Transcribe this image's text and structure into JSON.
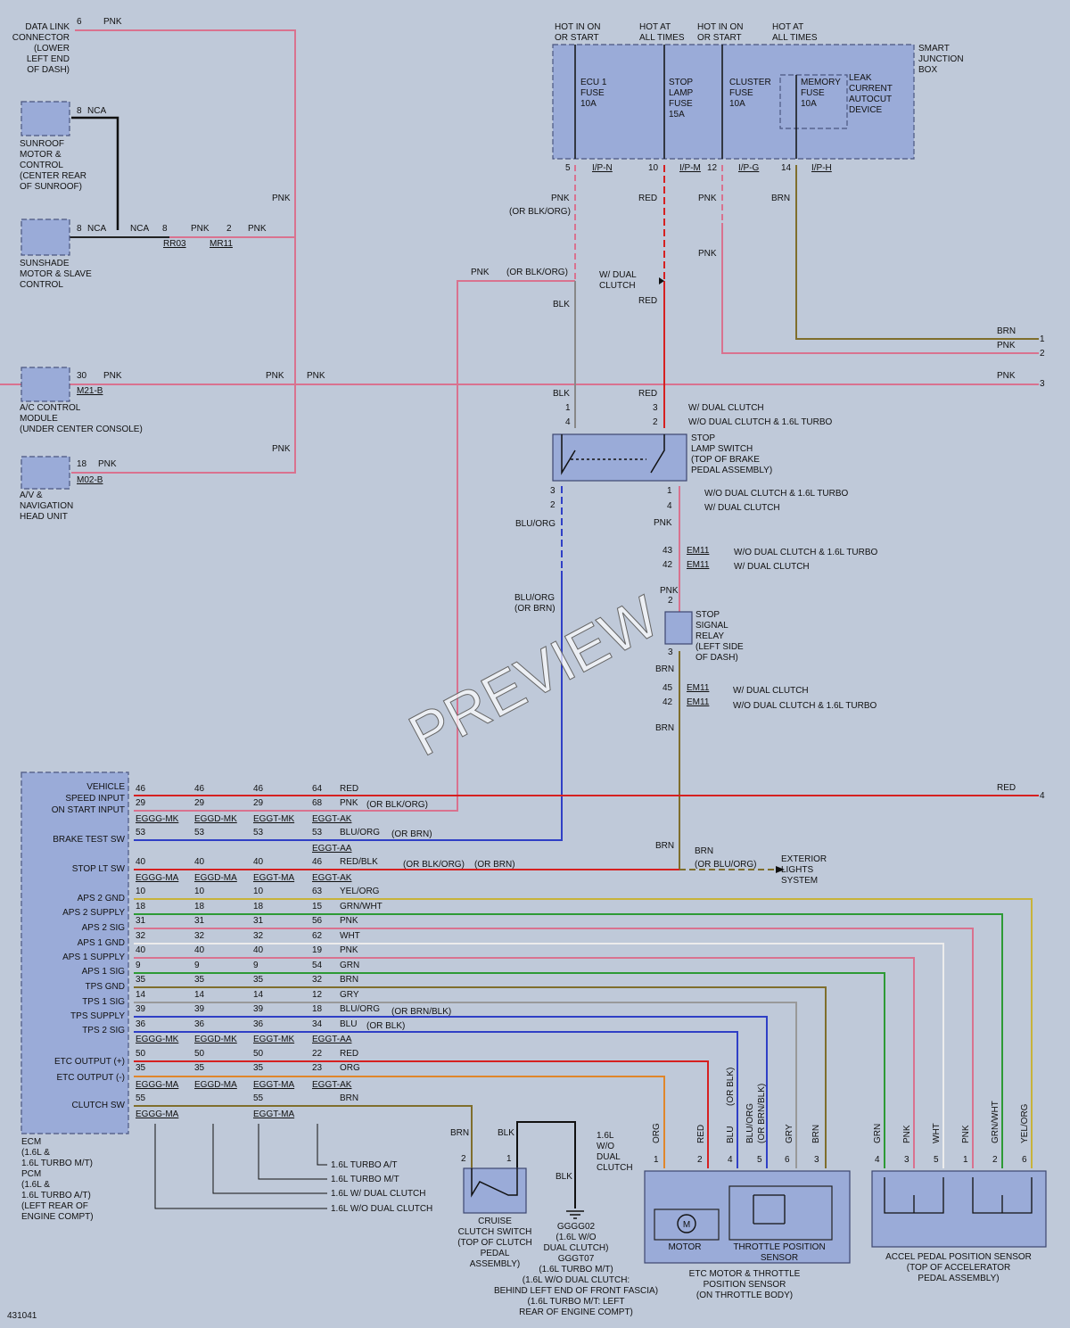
{
  "colors": {
    "background": "#bfc9d9",
    "component": "#9aabd8",
    "pnk": "#d9728f",
    "red": "#d62020",
    "blu": "#2f3fc6",
    "grn": "#2d9a35",
    "brn": "#7f6e2c",
    "gry": "#999999",
    "yel": "#c8b33a",
    "wht": "#ececec",
    "orn": "#e0862a",
    "blk": "#111111"
  },
  "icons": [
    "fuse-icon",
    "switch-icon",
    "motor-icon",
    "potentiometer-icon",
    "ground-icon",
    "arrow-icon",
    "connector-icon"
  ],
  "diagram_id": "431041",
  "watermark": "PREVIEW",
  "left": {
    "dlc": {
      "pin": "6",
      "wire": "PNK",
      "label": [
        "DATA LINK",
        "CONNECTOR",
        "(LOWER",
        "LEFT END",
        "OF DASH)"
      ]
    },
    "sunroof": {
      "pin": "8",
      "wire": "NCA",
      "label": [
        "SUNROOF",
        "MOTOR &",
        "CONTROL",
        "(CENTER REAR",
        "OF SUNROOF)"
      ]
    },
    "sunshade": {
      "pin": "8",
      "wire": "NCA",
      "wire2": "NCA",
      "pin2": "8",
      "conn": "RR03",
      "wire3": "PNK",
      "pin3": "2",
      "conn2": "MR11",
      "wire4": "PNK",
      "label": [
        "SUNSHADE",
        "MOTOR & SLAVE",
        "CONTROL"
      ]
    },
    "ac": {
      "pin": "30",
      "wire": "PNK",
      "conn": "M21-B",
      "label": [
        "A/C CONTROL",
        "MODULE",
        "(UNDER CENTER CONSOLE)"
      ]
    },
    "av": {
      "pin": "18",
      "wire": "PNK",
      "conn": "M02-B",
      "label": [
        "A/V &",
        "NAVIGATION",
        "HEAD UNIT"
      ]
    },
    "bus_labels": [
      "PNK",
      "PNK",
      "PNK",
      "PNK"
    ]
  },
  "junction": {
    "title": [
      "SMART",
      "JUNCTION",
      "BOX"
    ],
    "hot": [
      [
        "HOT IN ON",
        "OR START"
      ],
      [
        "HOT AT",
        "ALL TIMES"
      ],
      [
        "HOT IN ON",
        "OR START"
      ],
      [
        "HOT AT",
        "ALL TIMES"
      ]
    ],
    "fuses": [
      [
        "ECU 1",
        "FUSE",
        "10A"
      ],
      [
        "STOP",
        "LAMP",
        "FUSE",
        "15A"
      ],
      [
        "CLUSTER",
        "FUSE",
        "10A"
      ],
      [
        "MEMORY",
        "FUSE",
        "10A"
      ]
    ],
    "leak": [
      "LEAK",
      "CURRENT",
      "AUTOCUT",
      "DEVICE"
    ],
    "pins": [
      "5",
      "10",
      "12",
      "14"
    ],
    "conns": [
      "I/P-N",
      "I/P-M",
      "I/P-G",
      "I/P-H"
    ]
  },
  "mid": {
    "pnk_or_blkorg": [
      "PNK",
      "(OR BLK/ORG)"
    ],
    "red": "RED",
    "pnk": "PNK",
    "pnk2": "PNK",
    "brn": "BRN",
    "pnk_branch": "PNK",
    "or_blkorg": "(OR BLK/ORG)",
    "dual_clutch": [
      "W/ DUAL",
      "CLUTCH"
    ],
    "blk": "BLK",
    "red2": "RED",
    "right_wires": [
      {
        "color": "BRN",
        "num": "1"
      },
      {
        "color": "PNK",
        "num": "2"
      },
      {
        "color": "PNK",
        "num": "3"
      }
    ],
    "bus_pnk": [
      "PNK",
      "PNK"
    ]
  },
  "stop_lamp": {
    "label": [
      "STOP",
      "LAMP SWITCH",
      "(TOP OF BRAKE",
      "PEDAL ASSEMBLY)"
    ],
    "blk": "BLK",
    "red": "RED",
    "pins_top_left": [
      "1",
      "4"
    ],
    "pins_top_right": [
      "3",
      "2"
    ],
    "notes_top": [
      "W/ DUAL CLUTCH",
      "W/O DUAL CLUTCH & 1.6L TURBO"
    ],
    "pins_bot_left": [
      "3",
      "2"
    ],
    "pins_bot_right": [
      "1",
      "4"
    ],
    "notes_bot": [
      "W/O DUAL CLUTCH & 1.6L TURBO",
      "W/ DUAL CLUTCH"
    ],
    "bluorg": "BLU/ORG",
    "pnk": "PNK"
  },
  "em11a": {
    "pins": [
      "43",
      "42"
    ],
    "conn": "EM11",
    "notes": [
      "W/O DUAL CLUTCH & 1.6L TURBO",
      "W/ DUAL CLUTCH"
    ]
  },
  "relay": {
    "label": [
      "STOP",
      "SIGNAL",
      "RELAY",
      "(LEFT SIDE",
      "OF DASH)"
    ],
    "pin_top": "2",
    "pin_bot": "3",
    "pnk": "PNK",
    "brn": "BRN"
  },
  "bluorg_or_brn": [
    "BLU/ORG",
    "(OR BRN)"
  ],
  "em11b": {
    "pins": [
      "45",
      "42"
    ],
    "conn": "EM11",
    "notes": [
      "W/ DUAL CLUTCH",
      "W/O DUAL CLUTCH & 1.6L TURBO"
    ],
    "brn": "BRN"
  },
  "ecm": {
    "pins": [
      {
        "name": "VEHICLE",
        "y": 0
      },
      {
        "name": "SPEED INPUT"
      },
      {
        "name": "ON START INPUT"
      },
      {
        "name": "BRAKE TEST SW"
      },
      {
        "name": "STOP LT SW"
      },
      {
        "name": "APS 2 GND"
      },
      {
        "name": "APS 2 SUPPLY"
      },
      {
        "name": "APS 2 SIG"
      },
      {
        "name": "APS 1 GND"
      },
      {
        "name": "APS 1 SUPPLY"
      },
      {
        "name": "APS 1 SIG"
      },
      {
        "name": "TPS GND"
      },
      {
        "name": "TPS 1 SIG"
      },
      {
        "name": "TPS SUPPLY"
      },
      {
        "name": "TPS 2 SIG"
      },
      {
        "name": "ETC OUTPUT (+)"
      },
      {
        "name": "ETC OUTPUT (-)"
      },
      {
        "name": "CLUTCH SW"
      }
    ],
    "label": [
      "ECM",
      "(1.6L &",
      "1.6L TURBO M/T)",
      "PCM",
      "(1.6L &",
      "1.6L TURBO A/T)",
      "(LEFT REAR OF",
      "ENGINE COMPT)"
    ]
  },
  "rows": [
    {
      "p": [
        "46",
        "46",
        "46",
        "64"
      ],
      "c": "RED",
      "alt": ""
    },
    {
      "p": [
        "29",
        "29",
        "29",
        "68"
      ],
      "c": "PNK",
      "alt": "(OR BLK/ORG)"
    },
    {
      "p": [
        "53",
        "53",
        "53",
        "53"
      ],
      "c": "BLU/ORG",
      "alt": "(OR BRN)"
    },
    {
      "p": [
        "40",
        "40",
        "40",
        "46"
      ],
      "c": "RED/BLK",
      "alt": "(OR BLK/ORG)",
      "alt2": "(OR BRN)"
    },
    {
      "p": [
        "10",
        "10",
        "10",
        "63"
      ],
      "c": "YEL/ORG",
      "alt": ""
    },
    {
      "p": [
        "18",
        "18",
        "18",
        "15"
      ],
      "c": "GRN/WHT",
      "alt": ""
    },
    {
      "p": [
        "31",
        "31",
        "31",
        "56"
      ],
      "c": "PNK",
      "alt": ""
    },
    {
      "p": [
        "32",
        "32",
        "32",
        "62"
      ],
      "c": "WHT",
      "alt": ""
    },
    {
      "p": [
        "40",
        "40",
        "40",
        "19"
      ],
      "c": "PNK",
      "alt": ""
    },
    {
      "p": [
        "9",
        "9",
        "9",
        "54"
      ],
      "c": "GRN",
      "alt": ""
    },
    {
      "p": [
        "35",
        "35",
        "35",
        "32"
      ],
      "c": "BRN",
      "alt": ""
    },
    {
      "p": [
        "14",
        "14",
        "14",
        "12"
      ],
      "c": "GRY",
      "alt": ""
    },
    {
      "p": [
        "39",
        "39",
        "39",
        "18"
      ],
      "c": "BLU/ORG",
      "alt": "(OR BRN/BLK)"
    },
    {
      "p": [
        "36",
        "36",
        "36",
        "34"
      ],
      "c": "BLU",
      "alt": "(OR BLK)"
    },
    {
      "p": [
        "50",
        "50",
        "50",
        "22"
      ],
      "c": "RED",
      "alt": ""
    },
    {
      "p": [
        "35",
        "35",
        "35",
        "23"
      ],
      "c": "ORG",
      "alt": ""
    },
    {
      "p": [
        "55",
        "",
        "55",
        ""
      ],
      "c": "BRN",
      "alt": ""
    }
  ],
  "groups": [
    [
      "EGGG-MK",
      "EGGD-MK",
      "EGGT-MK",
      "EGGT-AK"
    ],
    [
      "EGGT-AA"
    ],
    [
      "EGGG-MA",
      "EGGD-MA",
      "EGGT-MA",
      "EGGT-AK"
    ],
    [
      "EGGG-MK",
      "EGGD-MK",
      "EGGT-MK",
      "EGGT-AA"
    ],
    [
      "EGGG-MA",
      "EGGD-MA",
      "EGGT-MA",
      "EGGT-AK"
    ],
    [
      "EGGG-MA",
      "EGGT-MA"
    ]
  ],
  "variants": [
    "1.6L TURBO A/T",
    "1.6L TURBO M/T",
    "1.6L W/ DUAL CLUTCH",
    "1.6L W/O DUAL CLUTCH"
  ],
  "right_red4": {
    "color": "RED",
    "num": "4"
  },
  "exterior": {
    "brn": "BRN",
    "brn2": "BRN",
    "alt": "(OR BLU/ORG)",
    "label": [
      "EXTERIOR",
      "LIGHTS",
      "SYSTEM"
    ]
  },
  "cruise": {
    "label": [
      "CRUISE",
      "CLUTCH SWITCH",
      "(TOP OF CLUTCH",
      "PEDAL",
      "ASSEMBLY)"
    ],
    "brn": "BRN",
    "blk": "BLK",
    "pins": [
      "2",
      "1"
    ],
    "blk2": "BLK",
    "note": [
      "1.6L",
      "W/O",
      "DUAL",
      "CLUTCH"
    ]
  },
  "ground": {
    "label": [
      "GGGG02",
      "(1.6L W/O",
      "DUAL CLUTCH)",
      "GGGT07",
      "(1.6L TURBO M/T)",
      "(1.6L W/O DUAL CLUTCH:",
      "BEHIND LEFT END OF FRONT FASCIA)",
      "(1.6L TURBO M/T: LEFT",
      "REAR OF ENGINE COMPT)"
    ]
  },
  "etc": {
    "wires": [
      "ORG",
      "RED",
      "BLU",
      "BLU/ORG",
      "(OR BLK)",
      "(OR BRN/BLK)",
      "GRY",
      "BRN"
    ],
    "pins": [
      "1",
      "2",
      "4",
      "5",
      "6",
      "3"
    ],
    "motor": "MOTOR",
    "motor_symbol": "M",
    "tps": [
      "THROTTLE POSITION",
      "SENSOR"
    ],
    "label": [
      "ETC MOTOR & THROTTLE",
      "POSITION SENSOR",
      "(ON THROTTLE BODY)"
    ]
  },
  "aps": {
    "wires": [
      "GRN",
      "PNK",
      "WHT",
      "PNK",
      "GRN/WHT",
      "YEL/ORG"
    ],
    "pins": [
      "4",
      "3",
      "5",
      "1",
      "2",
      "6"
    ],
    "label": [
      "ACCEL PEDAL POSITION SENSOR",
      "(TOP OF ACCELERATOR",
      "PEDAL ASSEMBLY)"
    ]
  }
}
